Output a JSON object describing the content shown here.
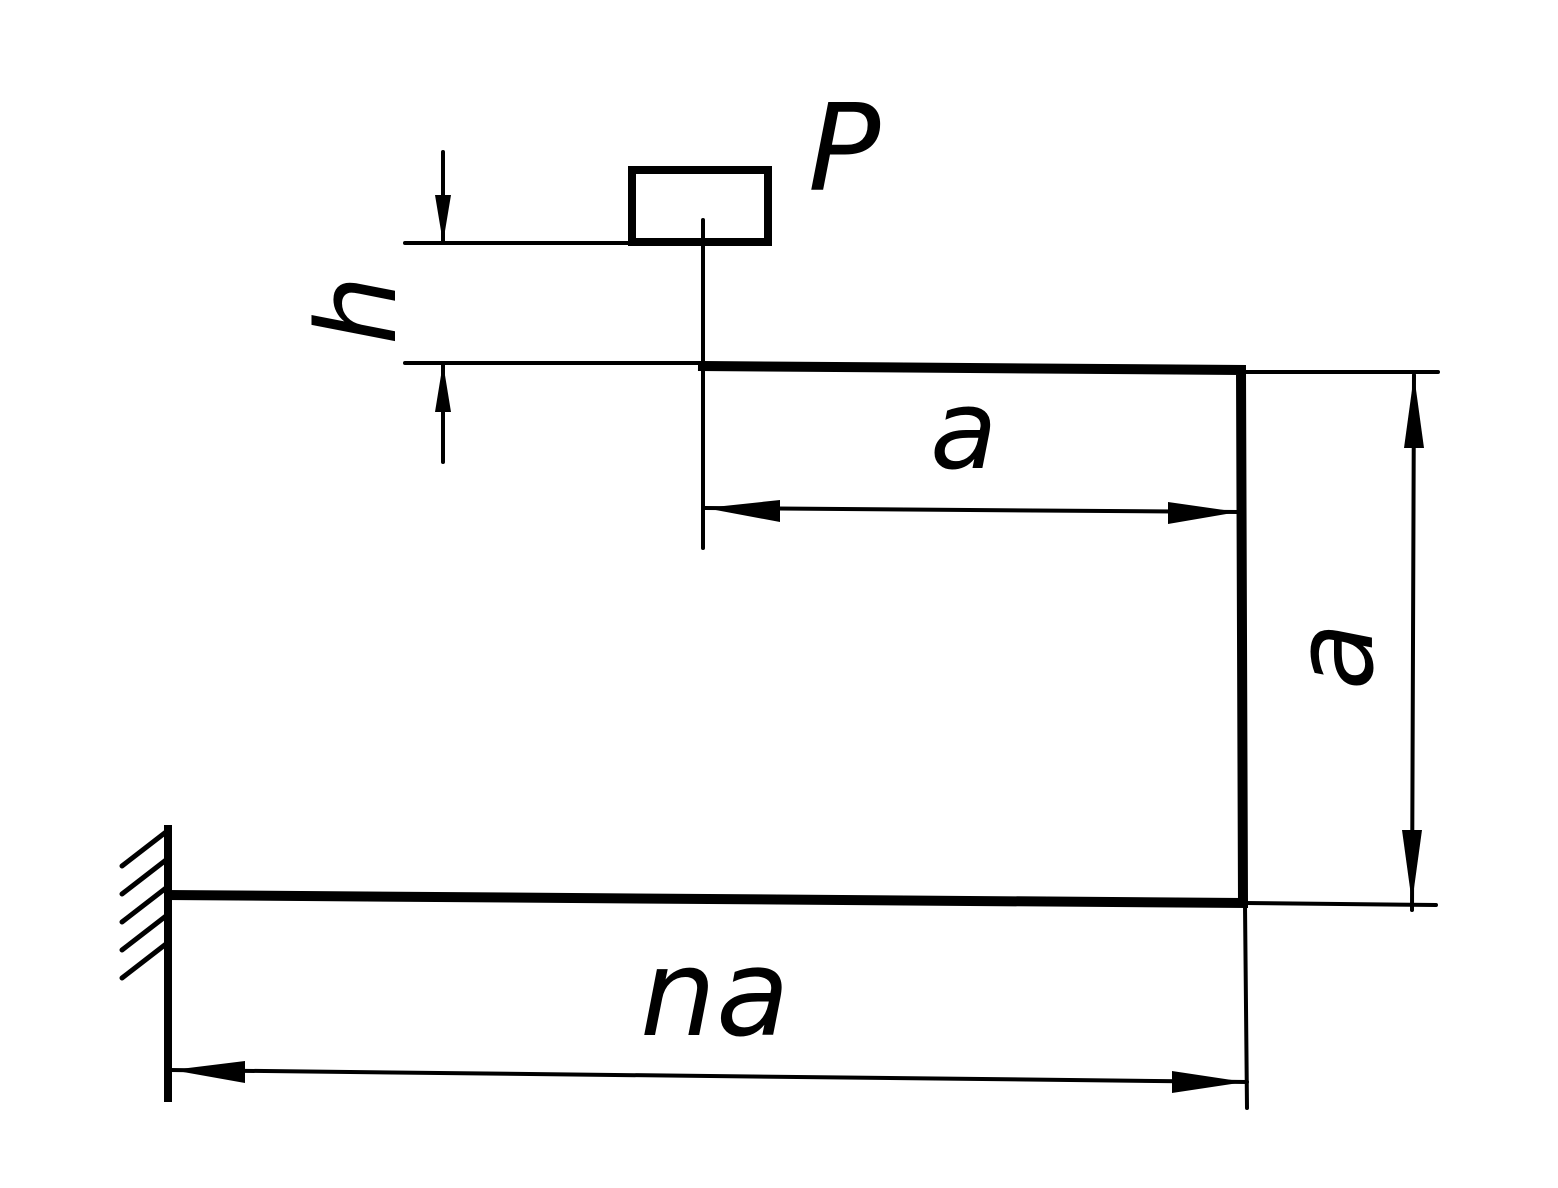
{
  "labels": {
    "load": "P",
    "drop_height": "h",
    "top_arm": "a",
    "vertical_arm": "a",
    "bottom_arm": "na"
  }
}
